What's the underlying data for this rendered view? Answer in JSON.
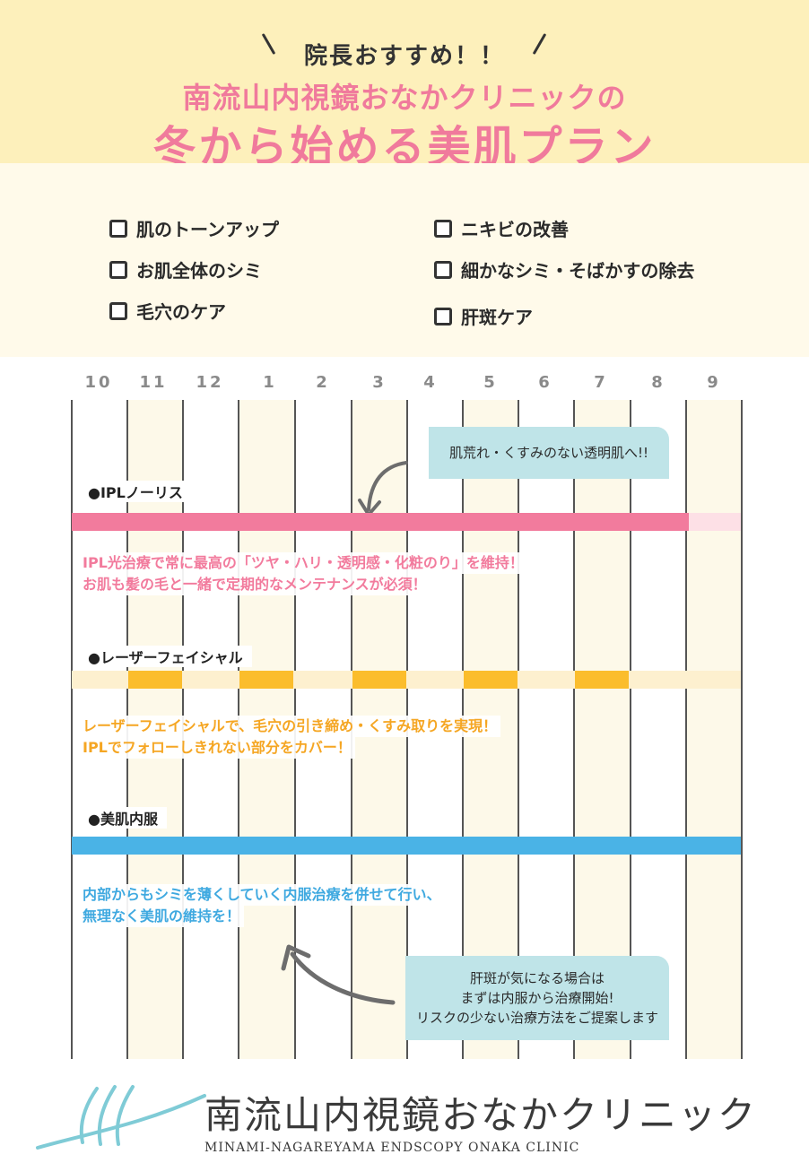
{
  "header": {
    "kicker": "院長おすすめ！！",
    "clinic_name": "南流山内視鏡おなかクリニックの",
    "plan_title": "冬から始める美肌プラン"
  },
  "checklist": {
    "left": [
      "肌のトーンアップ",
      "お肌全体のシミ",
      "毛穴のケア"
    ],
    "right": [
      "ニキビの改善",
      "細かなシミ・そばかすの除去",
      "肝斑ケア"
    ]
  },
  "months": [
    "10",
    "11",
    "12",
    "1",
    "2",
    "3",
    "4",
    "5",
    "6",
    "7",
    "8",
    "9"
  ],
  "treatments": {
    "ipl": {
      "label": "●IPLノーリス",
      "desc_line1": "IPL光治療で常に最高の「ツヤ・ハリ・透明感・化粧のり」を維持！",
      "desc_line2": "お肌も髪の毛と一緒で定期的なメンテナンスが必須！",
      "color": "#f27b9d"
    },
    "laser": {
      "label": "●レーザーフェイシャル",
      "desc_line1": "レーザーフェイシャルで、毛穴の引き締め・くすみ取りを実現！",
      "desc_line2": "IPLでフォローしきれない部分をカバー！",
      "color": "#fbbd2c"
    },
    "oral": {
      "label": "●美肌内服",
      "desc_line1": "内部からもシミを薄くしていく内服治療を併せて行い、",
      "desc_line2": "無理なく美肌の維持を！",
      "color": "#4ab3e6"
    }
  },
  "bubbles": {
    "top": "肌荒れ・くすみのない透明肌へ!!",
    "bottom_line1": "肝斑が気になる場合は",
    "bottom_line2": "まずは内服から治療開始!",
    "bottom_line3": "リスクの少ない治療方法をご提案します"
  },
  "footer": {
    "clinic_name": "南流山内視鏡おなかクリニック",
    "roman_name": "MINAMI-NAGAREYAMA ENDSCOPY ONAKA CLINIC",
    "logo_color": "#7fcbd6"
  }
}
